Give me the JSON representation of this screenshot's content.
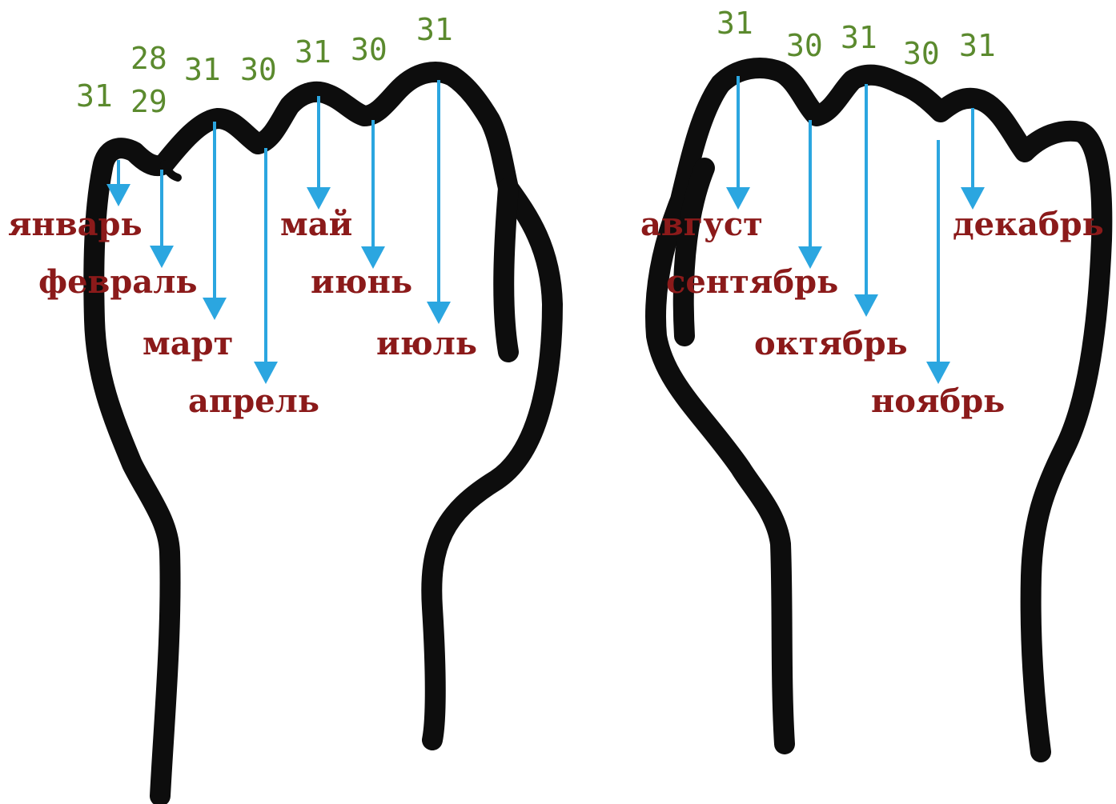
{
  "colors": {
    "outline": "#0d0d0d",
    "arrow": "#2ba6e0",
    "month_text": "#8b1a1a",
    "days_text": "#5b8a2e",
    "background": "#ffffff"
  },
  "left_hand": {
    "months": [
      {
        "month": "январь",
        "days": "31",
        "days_alt": ""
      },
      {
        "month": "февраль",
        "days": "28",
        "days_alt": "29"
      },
      {
        "month": "март",
        "days": "31",
        "days_alt": ""
      },
      {
        "month": "апрель",
        "days": "30",
        "days_alt": ""
      },
      {
        "month": "май",
        "days": "31",
        "days_alt": ""
      },
      {
        "month": "июнь",
        "days": "30",
        "days_alt": ""
      },
      {
        "month": "июль",
        "days": "31",
        "days_alt": ""
      }
    ]
  },
  "right_hand": {
    "months": [
      {
        "month": "август",
        "days": "31"
      },
      {
        "month": "сентябрь",
        "days": "30"
      },
      {
        "month": "октябрь",
        "days": "31"
      },
      {
        "month": "ноябрь",
        "days": "30"
      },
      {
        "month": "декабрь",
        "days": "31"
      }
    ]
  }
}
